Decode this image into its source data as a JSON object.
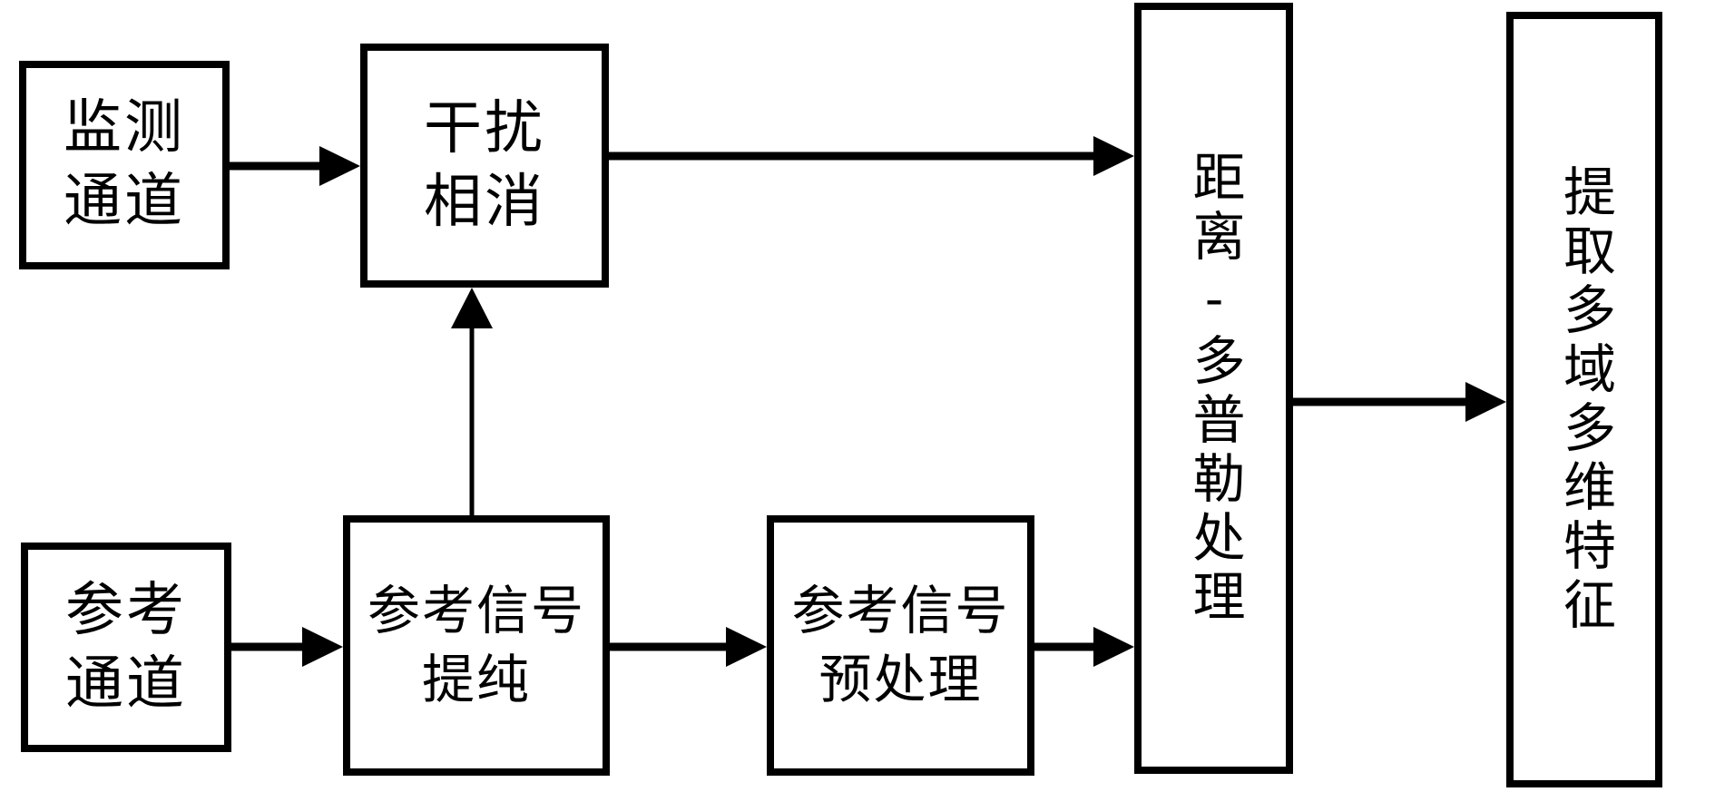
{
  "diagram": {
    "style": {
      "background_color": "#ffffff",
      "line_color": "#000000",
      "box_fill": "#ffffff"
    },
    "nodes": [
      {
        "id": "monitor-channel",
        "label": "监测通道",
        "lines": [
          "监测",
          "通道"
        ],
        "text_direction": "horizontal"
      },
      {
        "id": "interference-cancellation",
        "label": "干扰相消",
        "lines": [
          "干扰",
          "相消"
        ],
        "text_direction": "horizontal"
      },
      {
        "id": "reference-channel",
        "label": "参考通道",
        "lines": [
          "参考",
          "通道"
        ],
        "text_direction": "horizontal"
      },
      {
        "id": "reference-signal-purification",
        "label": "参考信号提纯",
        "lines": [
          "参考信号",
          "提纯"
        ],
        "text_direction": "horizontal"
      },
      {
        "id": "reference-signal-preprocessing",
        "label": "参考信号预处理",
        "lines": [
          "参考信号",
          "预处理"
        ],
        "text_direction": "horizontal"
      },
      {
        "id": "range-doppler-processing",
        "label": "距离-多普勒处理",
        "lines": [
          "距离-多普勒处理"
        ],
        "text_direction": "vertical"
      },
      {
        "id": "multi-domain-feature-extraction",
        "label": "提取多域多维特征",
        "lines": [
          "提取多域多维特征"
        ],
        "text_direction": "vertical"
      }
    ],
    "edges": [
      {
        "from": "monitor-channel",
        "to": "interference-cancellation"
      },
      {
        "from": "interference-cancellation",
        "to": "range-doppler-processing"
      },
      {
        "from": "reference-channel",
        "to": "reference-signal-purification"
      },
      {
        "from": "reference-signal-purification",
        "to": "interference-cancellation"
      },
      {
        "from": "reference-signal-purification",
        "to": "reference-signal-preprocessing"
      },
      {
        "from": "reference-signal-preprocessing",
        "to": "range-doppler-processing"
      },
      {
        "from": "range-doppler-processing",
        "to": "multi-domain-feature-extraction"
      }
    ]
  }
}
